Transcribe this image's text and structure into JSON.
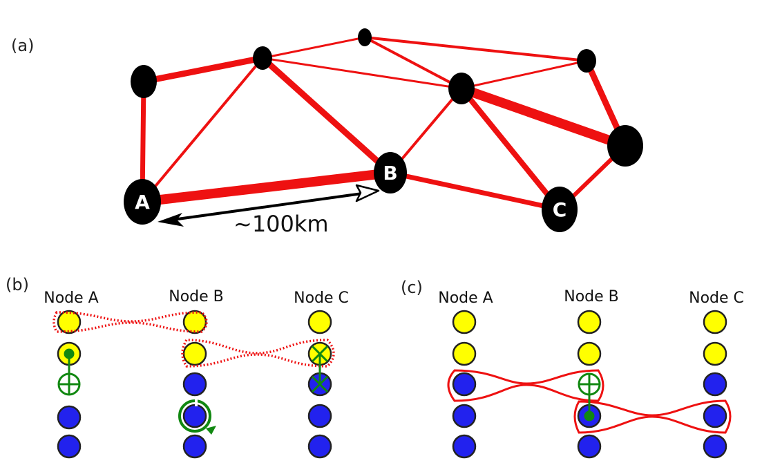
{
  "colors": {
    "link": "#ee1111",
    "node": "#000000",
    "yellow_qubit": "#ffff00",
    "blue_qubit": "#2222ee",
    "gate": "#118811",
    "loop": "#ee1111"
  },
  "panel_a": {
    "label": "(a)",
    "node_labels": {
      "A": "A",
      "B": "B",
      "C": "C"
    },
    "distance_label": "~100km"
  },
  "panel_b": {
    "label": "(b)",
    "columns": [
      "Node A",
      "Node B",
      "Node C"
    ],
    "qubit_colors": [
      "yellow",
      "yellow",
      "blue",
      "blue",
      "blue"
    ],
    "icons": [
      "cnot-target-icon",
      "rotation-icon",
      "x-measure-icon"
    ]
  },
  "panel_c": {
    "label": "(c)",
    "columns": [
      "Node A",
      "Node B",
      "Node C"
    ],
    "qubit_colors": [
      "yellow",
      "yellow",
      "blue",
      "blue",
      "blue"
    ],
    "icons": [
      "cnot-target-icon"
    ]
  }
}
